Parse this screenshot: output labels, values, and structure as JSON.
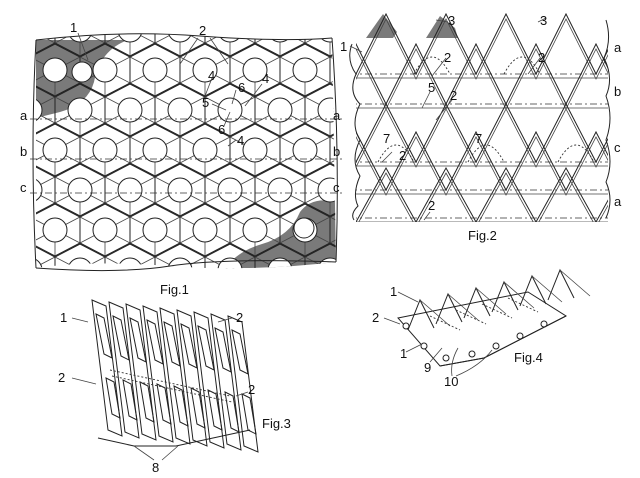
{
  "figures": {
    "fig1": {
      "caption": "Fig.1",
      "labels": {
        "n1": "1",
        "n2": "2",
        "n4a": "4",
        "n4b": "4",
        "n4c": "4",
        "n5": "5",
        "n6a": "6",
        "n6b": "6",
        "aL": "a",
        "aR": "a",
        "bL": "b",
        "bR": "b",
        "cL": "c",
        "cR": "c"
      }
    },
    "fig2": {
      "caption": "Fig.2",
      "labels": {
        "n1": "1",
        "n3a": "3",
        "n3b": "3",
        "n2a": "2",
        "n2b": "2",
        "n2c": "2",
        "n2d": "2",
        "n2e": "2",
        "n5": "5",
        "n7a": "7",
        "n7b": "7",
        "ra": "a",
        "rb": "b",
        "rc": "c",
        "ra2": "a"
      }
    },
    "fig3": {
      "caption": "Fig.3",
      "labels": {
        "n1": "1",
        "n2a": "2",
        "n2b": "2",
        "n2c": "2",
        "n8": "8"
      }
    },
    "fig4": {
      "caption": "Fig.4",
      "labels": {
        "n1a": "1",
        "n2": "2",
        "n1b": "1",
        "n9": "9",
        "n10": "10"
      }
    }
  },
  "colors": {
    "line": "#222222",
    "shade": "#7a7a7a",
    "background": "#ffffff"
  }
}
